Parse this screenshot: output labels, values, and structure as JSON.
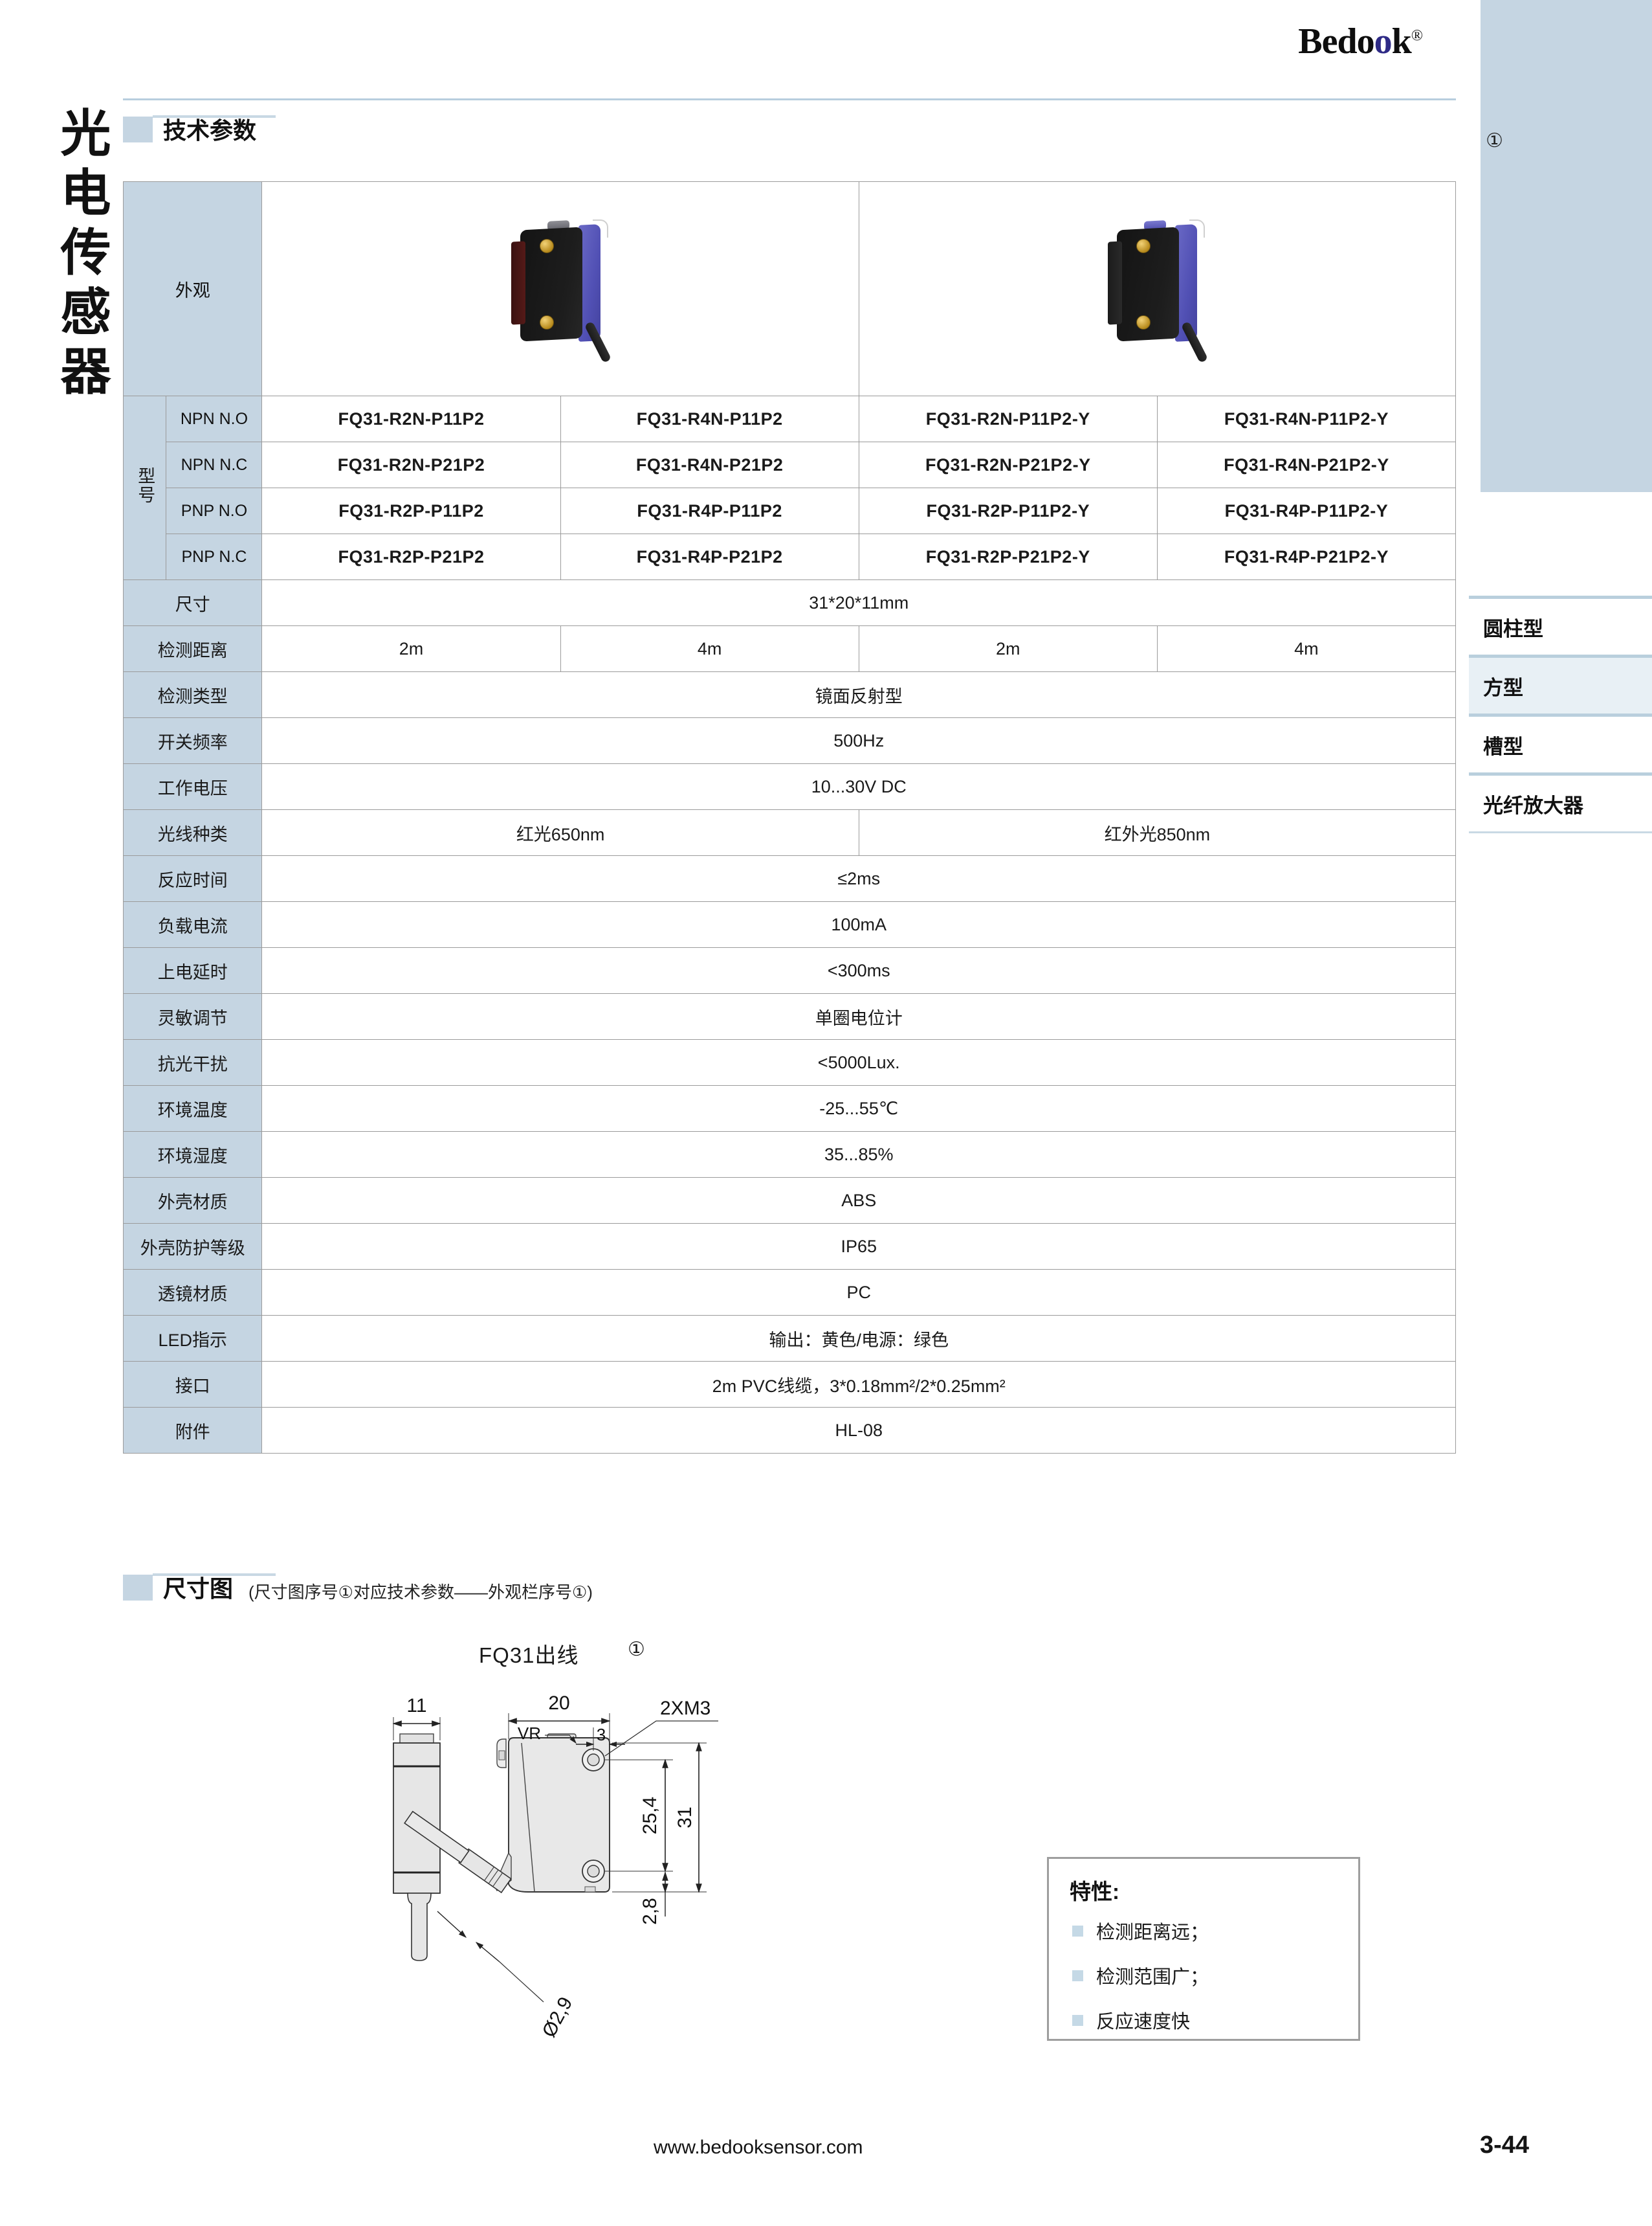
{
  "brand": {
    "name_before": "Bedo",
    "name_blue": "o",
    "name_after": "k",
    "registered": "®"
  },
  "side_banner": {
    "chars": [
      "光",
      "电",
      "传",
      "感",
      "器"
    ]
  },
  "side_nav": {
    "items": [
      {
        "label": "圆柱型",
        "active": false
      },
      {
        "label": "方型",
        "active": true
      },
      {
        "label": "槽型",
        "active": false
      },
      {
        "label": "光纤放大器",
        "active": false
      }
    ]
  },
  "sections": {
    "tech_params": {
      "title": "技术参数",
      "subtitle": ""
    },
    "dimension": {
      "title": "尺寸图",
      "subtitle": "(尺寸图序号①对应技术参数——外观栏序号①)"
    }
  },
  "table": {
    "appearance_label": "外观",
    "appearance_marker": "①",
    "model_group_label": "型号",
    "model_rows": [
      {
        "type": "NPN N.O",
        "values": [
          "FQ31-R2N-P11P2",
          "FQ31-R4N-P11P2",
          "FQ31-R2N-P11P2-Y",
          "FQ31-R4N-P11P2-Y"
        ]
      },
      {
        "type": "NPN N.C",
        "values": [
          "FQ31-R2N-P21P2",
          "FQ31-R4N-P21P2",
          "FQ31-R2N-P21P2-Y",
          "FQ31-R4N-P21P2-Y"
        ]
      },
      {
        "type": "PNP N.O",
        "values": [
          "FQ31-R2P-P11P2",
          "FQ31-R4P-P11P2",
          "FQ31-R2P-P11P2-Y",
          "FQ31-R4P-P11P2-Y"
        ]
      },
      {
        "type": "PNP N.C",
        "values": [
          "FQ31-R2P-P21P2",
          "FQ31-R4P-P21P2",
          "FQ31-R2P-P21P2-Y",
          "FQ31-R4P-P21P2-Y"
        ]
      }
    ],
    "spec_rows": [
      {
        "label": "尺寸",
        "span": "full",
        "values": [
          "31*20*11mm"
        ]
      },
      {
        "label": "检测距离",
        "span": "quarters",
        "values": [
          "2m",
          "4m",
          "2m",
          "4m"
        ]
      },
      {
        "label": "检测类型",
        "span": "full",
        "values": [
          "镜面反射型"
        ]
      },
      {
        "label": "开关频率",
        "span": "full",
        "values": [
          "500Hz"
        ]
      },
      {
        "label": "工作电压",
        "span": "full",
        "values": [
          "10...30V DC"
        ]
      },
      {
        "label": "光线种类",
        "span": "halves",
        "values": [
          "红光650nm",
          "红外光850nm"
        ]
      },
      {
        "label": "反应时间",
        "span": "full",
        "values": [
          "≤2ms"
        ]
      },
      {
        "label": "负载电流",
        "span": "full",
        "values": [
          "100mA"
        ]
      },
      {
        "label": "上电延时",
        "span": "full",
        "values": [
          "<300ms"
        ]
      },
      {
        "label": "灵敏调节",
        "span": "full",
        "values": [
          "单圈电位计"
        ]
      },
      {
        "label": "抗光干扰",
        "span": "full",
        "values": [
          "<5000Lux."
        ]
      },
      {
        "label": "环境温度",
        "span": "full",
        "values": [
          "-25...55℃"
        ]
      },
      {
        "label": "环境湿度",
        "span": "full",
        "values": [
          "35...85%"
        ]
      },
      {
        "label": "外壳材质",
        "span": "full",
        "values": [
          "ABS"
        ]
      },
      {
        "label": "外壳防护等级",
        "span": "full",
        "values": [
          "IP65"
        ]
      },
      {
        "label": "透镜材质",
        "span": "full",
        "values": [
          "PC"
        ]
      },
      {
        "label": "LED指示",
        "span": "full",
        "values": [
          "输出：黄色/电源：绿色"
        ]
      },
      {
        "label": "接口",
        "span": "full",
        "values": [
          "2m PVC线缆，3*0.18mm²/2*0.25mm²"
        ]
      },
      {
        "label": "附件",
        "span": "full",
        "values": [
          "HL-08"
        ]
      }
    ]
  },
  "dimension_drawing": {
    "model_label": "FQ31出线",
    "marker": "①",
    "dims": {
      "width_side": "11",
      "width_front": "20",
      "offset_top": "3",
      "thread": "2XM3",
      "vr": "VR",
      "hole_spacing": "25,4",
      "height": "31",
      "bottom_offset": "2,8",
      "cable_dia": "Ø2,9"
    }
  },
  "features": {
    "title": "特性:",
    "items": [
      "检测距离远；",
      "检测范围广；",
      "反应速度快"
    ]
  },
  "footer": {
    "url": "www.bedooksensor.com",
    "page": "3-44"
  },
  "colors": {
    "accent_blue": "#c5d5e2",
    "active_bg": "#e8f0f5",
    "logo_blue": "#2e2a86"
  }
}
